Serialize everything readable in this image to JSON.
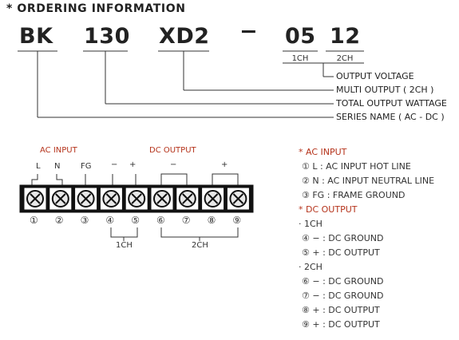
{
  "title": "* ORDERING INFORMATION",
  "code": {
    "series": "BK",
    "wattage": "130",
    "output": "XD2",
    "dash": "−",
    "v1": "05",
    "v2": "12",
    "v1_sub": "1CH",
    "v2_sub": "2CH"
  },
  "descriptions": {
    "voltage": "OUTPUT VOLTAGE",
    "multi": "MULTI OUTPUT ( 2CH )",
    "wattage": "TOTAL OUTPUT WATTAGE",
    "series": "SERIES NAME ( AC - DC )"
  },
  "terminal": {
    "ac_input_label": "AC INPUT",
    "dc_output_label": "DC OUTPUT",
    "top_labels": [
      "L",
      "N",
      "FG",
      "−",
      "+",
      "−",
      "+"
    ],
    "pins": [
      "①",
      "②",
      "③",
      "④",
      "⑤",
      "⑥",
      "⑦",
      "⑧",
      "⑨"
    ],
    "group_1ch": "1CH",
    "group_2ch": "2CH"
  },
  "legend": {
    "ac_head": "* AC INPUT",
    "ac_items": [
      "① L : AC INPUT HOT LINE",
      "② N : AC INPUT NEUTRAL LINE",
      "③ FG : FRAME GROUND"
    ],
    "dc_head": "* DC OUTPUT",
    "ch1_label": "· 1CH",
    "ch1_items": [
      "④ − : DC GROUND",
      "⑤ + : DC OUTPUT"
    ],
    "ch2_label": "· 2CH",
    "ch2_items": [
      "⑥ − : DC GROUND",
      "⑦ − : DC GROUND",
      "⑧ + : DC OUTPUT",
      "⑨ + : DC OUTPUT"
    ]
  },
  "colors": {
    "accent": "#b5331b",
    "text": "#222222"
  }
}
